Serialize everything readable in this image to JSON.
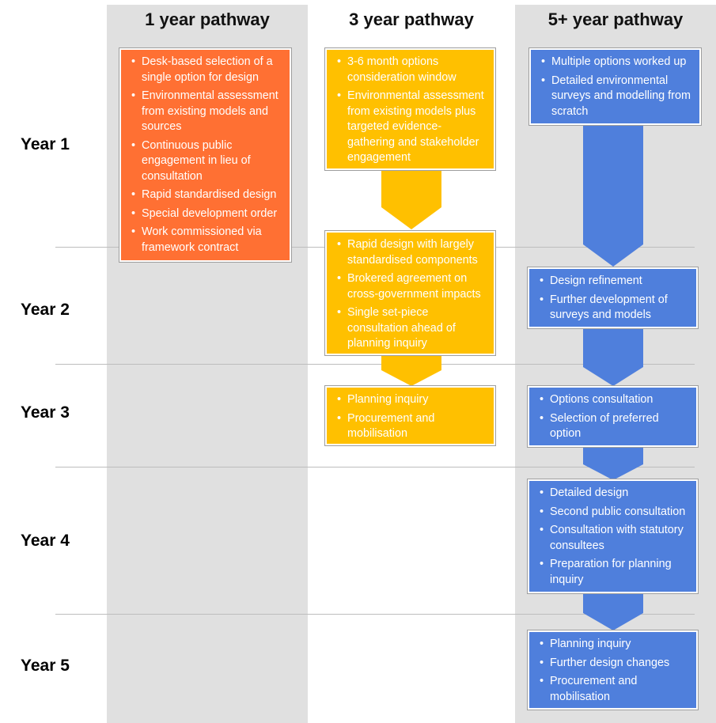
{
  "columns": [
    {
      "title": "1 year pathway"
    },
    {
      "title": "3 year pathway"
    },
    {
      "title": "5+ year pathway"
    }
  ],
  "years": [
    "Year 1",
    "Year 2",
    "Year 3",
    "Year 4",
    "Year 5"
  ],
  "pathway_1": {
    "box1": [
      "Desk-based selection of a single option for design",
      "Environmental assessment from existing models and sources",
      "Continuous public engagement in lieu of consultation",
      "Rapid standardised design",
      "Special development order",
      "Work commissioned via framework contract"
    ]
  },
  "pathway_3": {
    "box1": [
      "3-6 month options consideration window",
      "Environmental assessment from existing models plus targeted evidence-gathering and stakeholder engagement"
    ],
    "box2": [
      "Rapid design with largely standardised components",
      "Brokered agreement on cross-government impacts",
      "Single set-piece consultation ahead of planning inquiry"
    ],
    "box3": [
      "Planning inquiry",
      "Procurement and mobilisation"
    ]
  },
  "pathway_5": {
    "box1": [
      "Multiple options worked up",
      "Detailed environmental surveys and modelling from scratch"
    ],
    "box2": [
      "Design refinement",
      "Further development of surveys and models"
    ],
    "box3": [
      "Options consultation",
      "Selection of preferred option"
    ],
    "box4": [
      "Detailed design",
      "Second public consultation",
      "Consultation with statutory consultees",
      "Preparation for planning inquiry"
    ],
    "box5": [
      "Planning inquiry",
      "Further design changes",
      "Procurement and mobilisation"
    ]
  },
  "colors": {
    "one_year": "#ff7033",
    "three_year": "#ffc000",
    "five_year": "#4f7fdc",
    "column_bg": "#e0e0e0"
  }
}
